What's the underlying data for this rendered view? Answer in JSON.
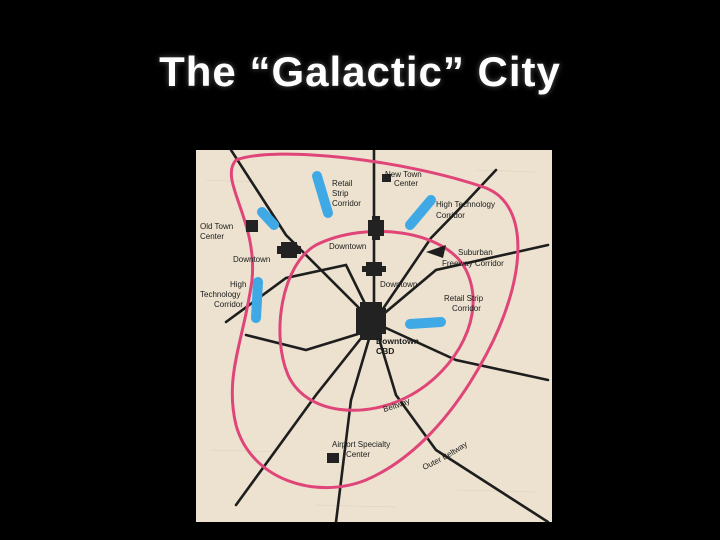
{
  "slide": {
    "title": "The “Galactic” City"
  },
  "map": {
    "colors": {
      "background": "#ece2cf",
      "roads": "#1e1e1e",
      "beltways": "#e0457a",
      "corridors": "#3fa9e6",
      "centers": "#222222"
    },
    "labels": {
      "new_town_1": "New Town",
      "new_town_2": "Center",
      "retail_strip_1": "Retail",
      "retail_strip_2": "Strip",
      "retail_strip_3": "Corridor",
      "high_tech_ne_1": "High Technology",
      "high_tech_ne_2": "Corridor",
      "old_town_1": "Old Town",
      "old_town_2": "Center",
      "downtown_n": "Downtown",
      "downtown_w": "Downtown",
      "suburban_1": "Suburban",
      "suburban_2": "Freeway Corridor",
      "downtown_ne": "Downtown",
      "high_tech_w_1": "High",
      "high_tech_w_2": "Technology",
      "high_tech_w_3": "Corridor",
      "retail_strip_e_1": "Retail Strip",
      "retail_strip_e_2": "Corridor",
      "cbd_1": "Downtown",
      "cbd_2": "CBD",
      "beltway": "Beltway",
      "airport_1": "Airport Specialty",
      "airport_2": "Center",
      "outer_beltway": "Outer Beltway"
    }
  }
}
